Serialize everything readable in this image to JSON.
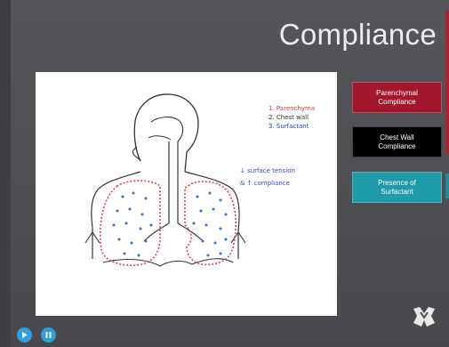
{
  "slide": {
    "title": "Compliance"
  },
  "whiteboard": {
    "notes": [
      {
        "text": "1. Parenchyma",
        "color": "#d43a3a"
      },
      {
        "text": "2. Chest wall",
        "color": "#333333"
      },
      {
        "text": "3. Surfactant",
        "color": "#2a3cc0"
      }
    ],
    "side_notes": [
      {
        "text": "↓ surface tension",
        "color": "#3a45c8"
      },
      {
        "text": "& ↑ compliance",
        "color": "#3a45c8"
      }
    ]
  },
  "buttons": [
    {
      "label": "Parenchymal\nCompliance",
      "color": "#a3162b"
    },
    {
      "label": "Chest Wall\nCompliance",
      "color": "#000000"
    },
    {
      "label": "Presence of\nSurfactant",
      "color": "#1f9aa8"
    }
  ],
  "player": {
    "play_icon": "play-icon",
    "pause_icon": "pause-icon"
  },
  "colors": {
    "background": "#4a4c4f",
    "accent_red": "#a3162b",
    "accent_teal": "#1f9aa8"
  }
}
